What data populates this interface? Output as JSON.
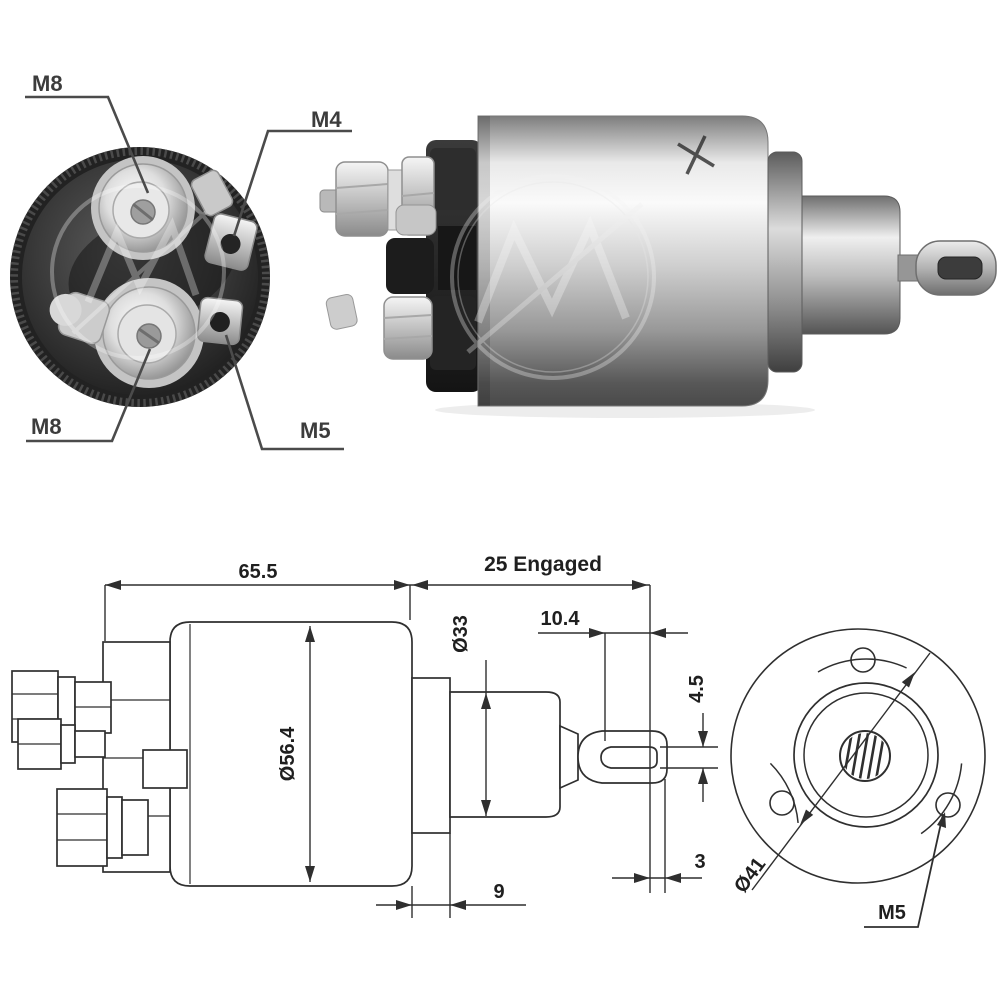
{
  "image_type": "starter-solenoid-product-photo-with-technical-drawing",
  "watermark": {
    "icon": "zm-logo-watermark"
  },
  "photos": {
    "end_view": {
      "labels": {
        "m8_top": "M8",
        "m4": "M4",
        "m8_bottom": "M8",
        "m5": "M5"
      }
    },
    "side_view": {}
  },
  "drawing": {
    "side_view_dims": {
      "body_length": "65.5",
      "engaged_travel": "25 Engaged",
      "plunger_offset": "10.4",
      "flange_diameter": "Ø33",
      "body_diameter": "Ø56.4",
      "eyelet_slot_height": "4.5",
      "tip_thickness": "3",
      "step_length": "9"
    },
    "front_view_dims": {
      "bolt_circle_diameter": "Ø41",
      "mounting_hole_thread": "M5"
    }
  },
  "colors": {
    "line": "#2f2f2f",
    "leader": "#4b4b4b",
    "metal_light": "#f2f2f2",
    "metal_dark": "#4a4a4a",
    "photo_face": "#2a2a2a"
  }
}
